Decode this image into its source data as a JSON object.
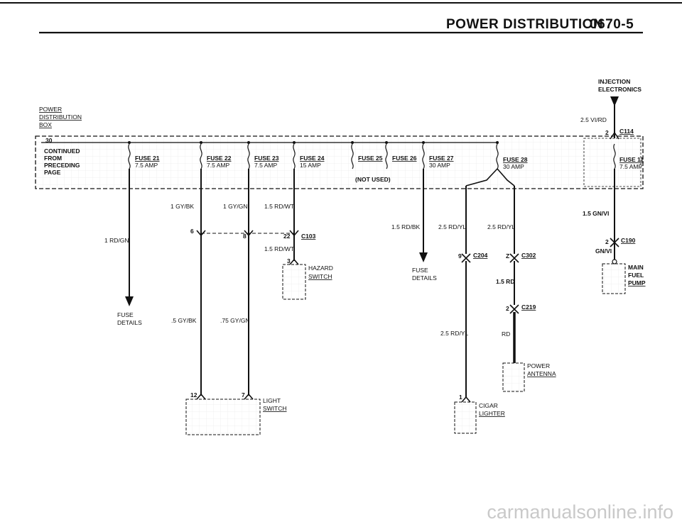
{
  "header": {
    "title": "POWER DISTRIBUTION",
    "page_number": "0670-5"
  },
  "watermark": "carmanualsonline.info",
  "source_top": [
    "INJECTION",
    "ELECTRONICS"
  ],
  "wire_source": "2.5 VI/RD",
  "connector_c114": {
    "pin": "2",
    "name": "C114"
  },
  "box_label": [
    "POWER",
    "DISTRIBUTION",
    "BOX"
  ],
  "terminal_30": "30",
  "continued_note": [
    "CONTINUED",
    "FROM",
    "PRECEDING",
    "PAGE"
  ],
  "fuses": [
    {
      "name": "FUSE 21",
      "rating": "7.5 AMP"
    },
    {
      "name": "FUSE 22",
      "rating": "7.5 AMP"
    },
    {
      "name": "FUSE 23",
      "rating": "7.5 AMP"
    },
    {
      "name": "FUSE 24",
      "rating": "15 AMP"
    },
    {
      "name": "FUSE 25",
      "rating": ""
    },
    {
      "name": "FUSE 26",
      "rating": ""
    },
    {
      "name": "FUSE 27",
      "rating": "30 AMP"
    },
    {
      "name": "FUSE 28",
      "rating": "30 AMP"
    },
    {
      "name": "FUSE 11",
      "rating": "7.5 AMP"
    }
  ],
  "not_used": "(NOT USED)",
  "wires": {
    "w21": "1 RD/GN",
    "w22": "1 GY/BK",
    "w23": "1 GY/GN",
    "w24": "1.5 RD/WT",
    "w24b": "1.5 RD/WT",
    "w26": "1.5 RD/BK",
    "w27": "2.5 RD/YL",
    "w28": "2.5 RD/YL",
    "w27b": "2.5 RD/YL",
    "w28b": "1.5 RD",
    "w28c": "RD",
    "w11": "1.5 GN/VI",
    "w11b": "GN/VI",
    "w22b": ".5 GY/BK",
    "w23b": ".75 GY/GN"
  },
  "connectors": {
    "c103": {
      "pin": "22",
      "name": "C103"
    },
    "c103_left": "6",
    "c103_mid": "8",
    "hazard_pin": "3",
    "c204": {
      "pin": "9",
      "name": "C204"
    },
    "c302": {
      "pin": "Z",
      "name": "C302"
    },
    "c219": {
      "pin": "2",
      "name": "C219"
    },
    "c190": {
      "pin": "2",
      "name": "C190"
    },
    "light_pin1": "12",
    "light_pin2": "7",
    "cigar_pin": "1"
  },
  "fuse_details_1": [
    "FUSE",
    "DETAILS"
  ],
  "fuse_details_2": [
    "FUSE",
    "DETAILS"
  ],
  "components": {
    "hazard": [
      "HAZARD",
      "SWITCH"
    ],
    "light": [
      "LIGHT",
      "SWITCH"
    ],
    "main_fuel_pump": [
      "MAIN",
      "FUEL",
      "PUMP"
    ],
    "power_antenna": [
      "POWER",
      "ANTENNA"
    ],
    "cigar_lighter": [
      "CIGAR",
      "LIGHTER"
    ]
  }
}
